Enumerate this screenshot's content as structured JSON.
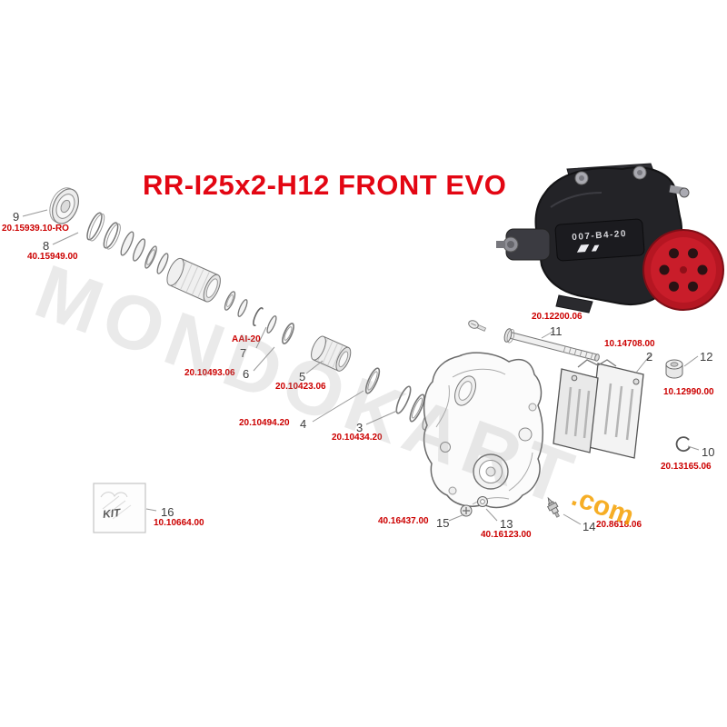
{
  "title": "RR-I25x2-H12 FRONT EVO",
  "watermark": {
    "text": "MONDOKART",
    "suffix": ".com"
  },
  "photo": {
    "model_label": "007-B4-20"
  },
  "kit_label": "KIT",
  "colors": {
    "title_red": "#e30613",
    "part_code_red": "#cc0000",
    "watermark_orange": "#f5a000",
    "disc_red": "#b51622"
  },
  "parts": [
    {
      "ref": "9",
      "code": "20.15939.10-RO"
    },
    {
      "ref": "8",
      "code": "40.15949.00"
    },
    {
      "ref": "7",
      "code": "AAI-20"
    },
    {
      "ref": "6",
      "code": "20.10493.06"
    },
    {
      "ref": "5",
      "code": "20.10423.06"
    },
    {
      "ref": "4",
      "code": "20.10494.20"
    },
    {
      "ref": "3",
      "code": "20.10434.20"
    },
    {
      "ref": "11",
      "code": "20.12200.06"
    },
    {
      "ref": "2",
      "code": "10.14708.00"
    },
    {
      "ref": "12",
      "code": "10.12990.00"
    },
    {
      "ref": "10",
      "code": "20.13165.06"
    },
    {
      "ref": "16",
      "code": "10.10664.00"
    },
    {
      "ref": "15",
      "code": "40.16437.00"
    },
    {
      "ref": "13",
      "code": "40.16123.00"
    },
    {
      "ref": "14",
      "code": "20.8618.06"
    }
  ]
}
